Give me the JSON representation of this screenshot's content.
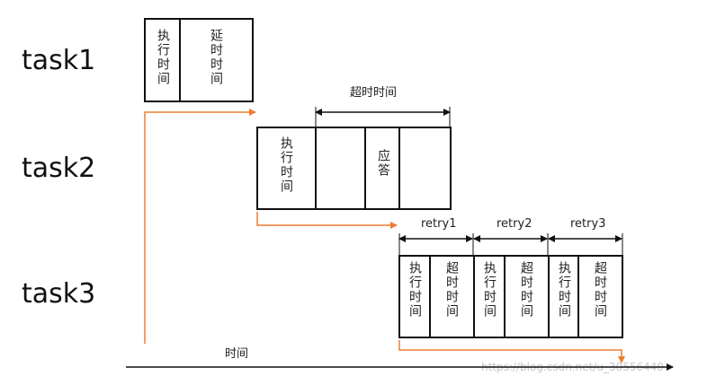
{
  "tasks": {
    "task1": "task1",
    "task2": "task2",
    "task3": "task3"
  },
  "task1": {
    "exec": "执行时间",
    "delay": "延时时间"
  },
  "task2": {
    "exec": "执行时间",
    "timeout_label": "超时时间",
    "respond": "应答"
  },
  "task3": {
    "retry1": "retry1",
    "retry2": "retry2",
    "retry3": "retry3",
    "exec": "执行时间",
    "timeout": "超时时间"
  },
  "axis": {
    "time_label": "时间"
  },
  "watermark": "https://blog.csdn.net/u_30556440",
  "colors": {
    "flow": "#ED7D31",
    "line": "#111111"
  }
}
